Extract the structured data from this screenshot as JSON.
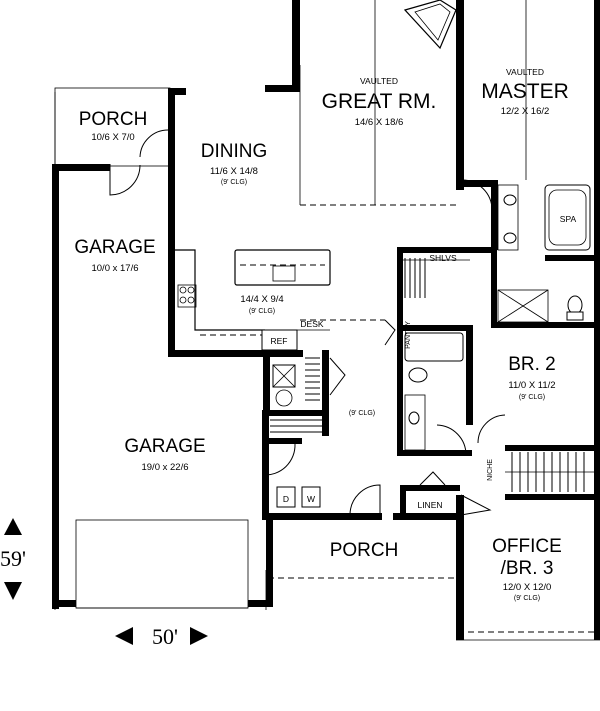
{
  "rooms": {
    "porch_top": {
      "name": "PORCH",
      "dims": "10/6 X 7/0"
    },
    "dining": {
      "name": "DINING",
      "dims": "11/6 X 14/8",
      "ceiling": "(9' CLG)"
    },
    "great_room": {
      "pre": "VAULTED",
      "name": "GREAT RM.",
      "dims": "14/6 X 18/6"
    },
    "master": {
      "pre": "VAULTED",
      "name": "MASTER",
      "dims": "12/2 X 16/2"
    },
    "garage_small": {
      "name": "GARAGE",
      "dims": "10/0 x 17/6"
    },
    "kitchen": {
      "dims": "14/4 X 9/4",
      "ceiling": "(9' CLG)"
    },
    "hall": {
      "ceiling": "(9' CLG)"
    },
    "br2": {
      "name": "BR. 2",
      "dims": "11/0 X 11/2",
      "ceiling": "(9' CLG)"
    },
    "garage_large": {
      "name": "GARAGE",
      "dims": "19/0 x 22/6"
    },
    "porch_front": {
      "name": "PORCH"
    },
    "office": {
      "line1": "OFFICE",
      "line2": "/BR. 3",
      "dims": "12/0 X 12/0",
      "ceiling": "(9' CLG)"
    }
  },
  "labels": {
    "shlvs": "SHLVS",
    "spa": "SPA",
    "pantry": "PANTRY",
    "desk": "DESK",
    "ref": "REF",
    "niche": "NICHE",
    "linen": "LINEN",
    "dryer": "D",
    "washer": "W"
  },
  "dimensions": {
    "depth": "59'",
    "width": "50'"
  }
}
